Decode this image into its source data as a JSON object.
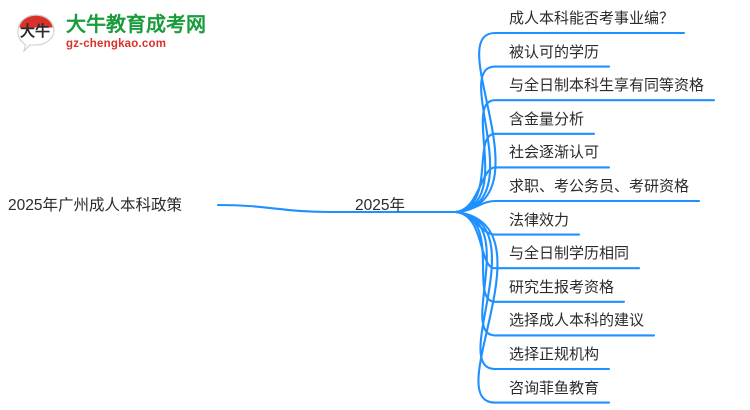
{
  "logo": {
    "mark_name": "dianiu-speech-bubble-logo",
    "mark_text": "大牛",
    "title": "大牛教育成考网",
    "domain": "gz-chengkao.com",
    "title_color": "#1a9c3c",
    "domain_color": "#d8322a",
    "mark_color": "#d8322a"
  },
  "mindmap": {
    "line_color": "#1E90FF",
    "text_color": "#2b2b2b",
    "root": {
      "label": "2025年广州成人本科政策"
    },
    "branch": {
      "label": "2025年"
    },
    "leaves": [
      {
        "label": "成人本科能否考事业编？"
      },
      {
        "label": "被认可的学历"
      },
      {
        "label": "与全日制本科生享有同等资格"
      },
      {
        "label": "含金量分析"
      },
      {
        "label": "社会逐渐认可"
      },
      {
        "label": "求职、考公务员、考研资格"
      },
      {
        "label": "法律效力"
      },
      {
        "label": "与全日制学历相同"
      },
      {
        "label": "研究生报考资格"
      },
      {
        "label": "选择成人本科的建议"
      },
      {
        "label": "选择正规机构"
      },
      {
        "label": "咨询菲鱼教育"
      }
    ]
  }
}
